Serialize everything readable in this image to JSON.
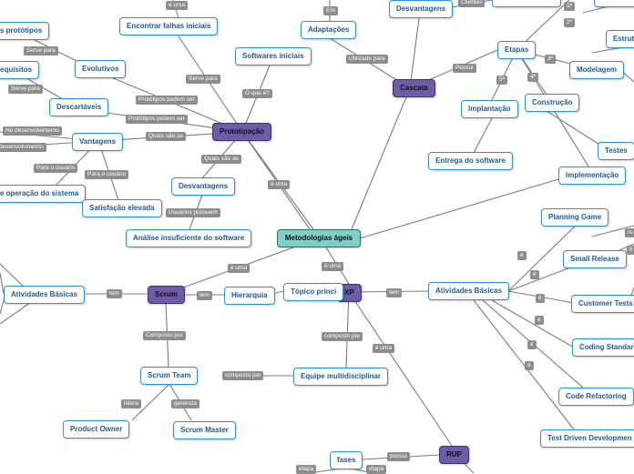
{
  "center": "Metodologias ágeis",
  "hubs": {
    "prototipacao": "Prototipação",
    "cascata": "Cascata",
    "xp": "XP",
    "scrum": "Scrum",
    "rup": "RUP"
  },
  "nodes": {
    "prototipos": "s protótipos",
    "requisitos": "equisitos",
    "evolutivos": "Evolutivos",
    "descartaveis": "Descartáveis",
    "vantagens": "Vantagens",
    "operacao": "e operação do sistema",
    "satisfacao": "Satisfação elevada",
    "encontrar_falhas": "Encontrar falhas iniciais",
    "softwares_iniciais": "Softwares iniciais",
    "desvantagens_proto": "Desvantagens",
    "analise": "Análise insuficiente do software",
    "adaptacoes": "Adaptações",
    "desvantagens_cascata": "Desvantagens",
    "etapas": "Etapas",
    "estrut": "Estrut",
    "modelagem": "Modelagem",
    "implantacao": "Implantação",
    "construcao": "Construção",
    "testes": "Testes",
    "entrega": "Entrega do software",
    "implementacao": "Implementação",
    "planning": "Planning Game",
    "small_release": "Small Release",
    "atividades_xp": "Atividades Básicas",
    "customer_tests": "Customer Tests",
    "coding": "Coding Standar",
    "refactoring": "Code Refactoring",
    "tdd": "Test Driven Developmen",
    "topico": "Tópico princi",
    "hierarquia": "Hierarquia",
    "atividades_scrum": "Atividades Básicas",
    "scrum_team": "Scrum Team",
    "equipe": "Equipe multidisciplinar",
    "product_owner": "Product Owner",
    "scrum_master": "Scrum Master",
    "fases": "fases"
  },
  "edge_labels": {
    "e_uma_top": "é uma",
    "serve_para_1": "Serve para",
    "serve_para_2": "Serve para",
    "serve_para_3": "Serve para",
    "o_que_e": "O que é?",
    "prot_podem_1": "Protótipos podem ser",
    "prot_podem_2": "Protótipos podem ser",
    "quais_sao_1": "Quais são as",
    "quais_sao_2": "Quais são as",
    "no_desenv_1": "No desenvolvimento",
    "no_desenv_2": "desenvolvimento",
    "para_usuario_1": "Para o usuário",
    "para_usuario_2": "Para o usuário",
    "usuarios_possuem": "Usuários possuem",
    "e_uma_proto": "é uma",
    "em": "Em",
    "clientes": "Clientes",
    "utilizado_para": "Utilizado para",
    "possui_cascata": "Possui",
    "n1": "1ª",
    "n2": "2ª",
    "n3": "3ª",
    "n4": "4ª",
    "n5": "5ª",
    "e_uma_xp": "é uma",
    "tem_xp": "tem",
    "composto_xp": "composto por",
    "e_uma_rup": "é uma",
    "e_uma_scrum": "é uma",
    "tem_scrum_1": "tem",
    "tem_scrum_2": "tem",
    "composto_scrum": "Composto por",
    "composto_team": "composto por",
    "lidera": "lidera",
    "gerencia": "gerencia",
    "possui_rup": "possui",
    "etapa_1": "etapa",
    "etapa_2": "etapa",
    "e_1": "é",
    "e_2": "é",
    "e_3": "é",
    "e_4": "é",
    "e_5": "é",
    "e_6": "é",
    "re": "re",
    "fr": "fr"
  }
}
